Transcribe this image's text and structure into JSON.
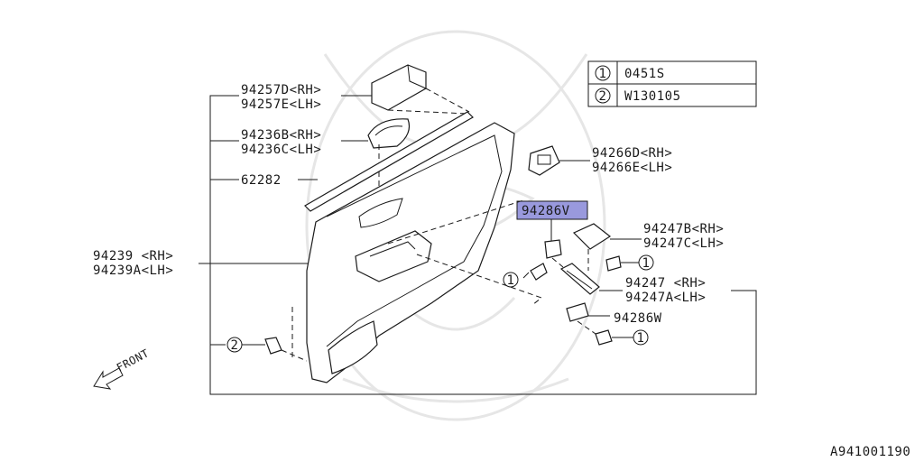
{
  "legend": [
    {
      "num": "1",
      "code": "0451S"
    },
    {
      "num": "2",
      "code": "W130105"
    }
  ],
  "labels": {
    "p94257d": "94257D<RH>",
    "p94257e": "94257E<LH>",
    "p94236b": "94236B<RH>",
    "p94236c": "94236C<LH>",
    "p62282": "62282",
    "p94239": "94239 <RH>",
    "p94239a": "94239A<LH>",
    "p94266d": "94266D<RH>",
    "p94266e": "94266E<LH>",
    "p94286v": "94286V",
    "p94247b": "94247B<RH>",
    "p94247c": "94247C<LH>",
    "p94247": "94247 <RH>",
    "p94247a": "94247A<LH>",
    "p94286w": "94286W",
    "front": "FRONT",
    "figure_id": "A941001190"
  },
  "callouts": {
    "screw_left": "1",
    "screw_right_top": "1",
    "screw_right_bottom": "1",
    "clip_left": "2"
  },
  "colors": {
    "highlight": "#9999dd",
    "line": "#1a1a1a"
  }
}
